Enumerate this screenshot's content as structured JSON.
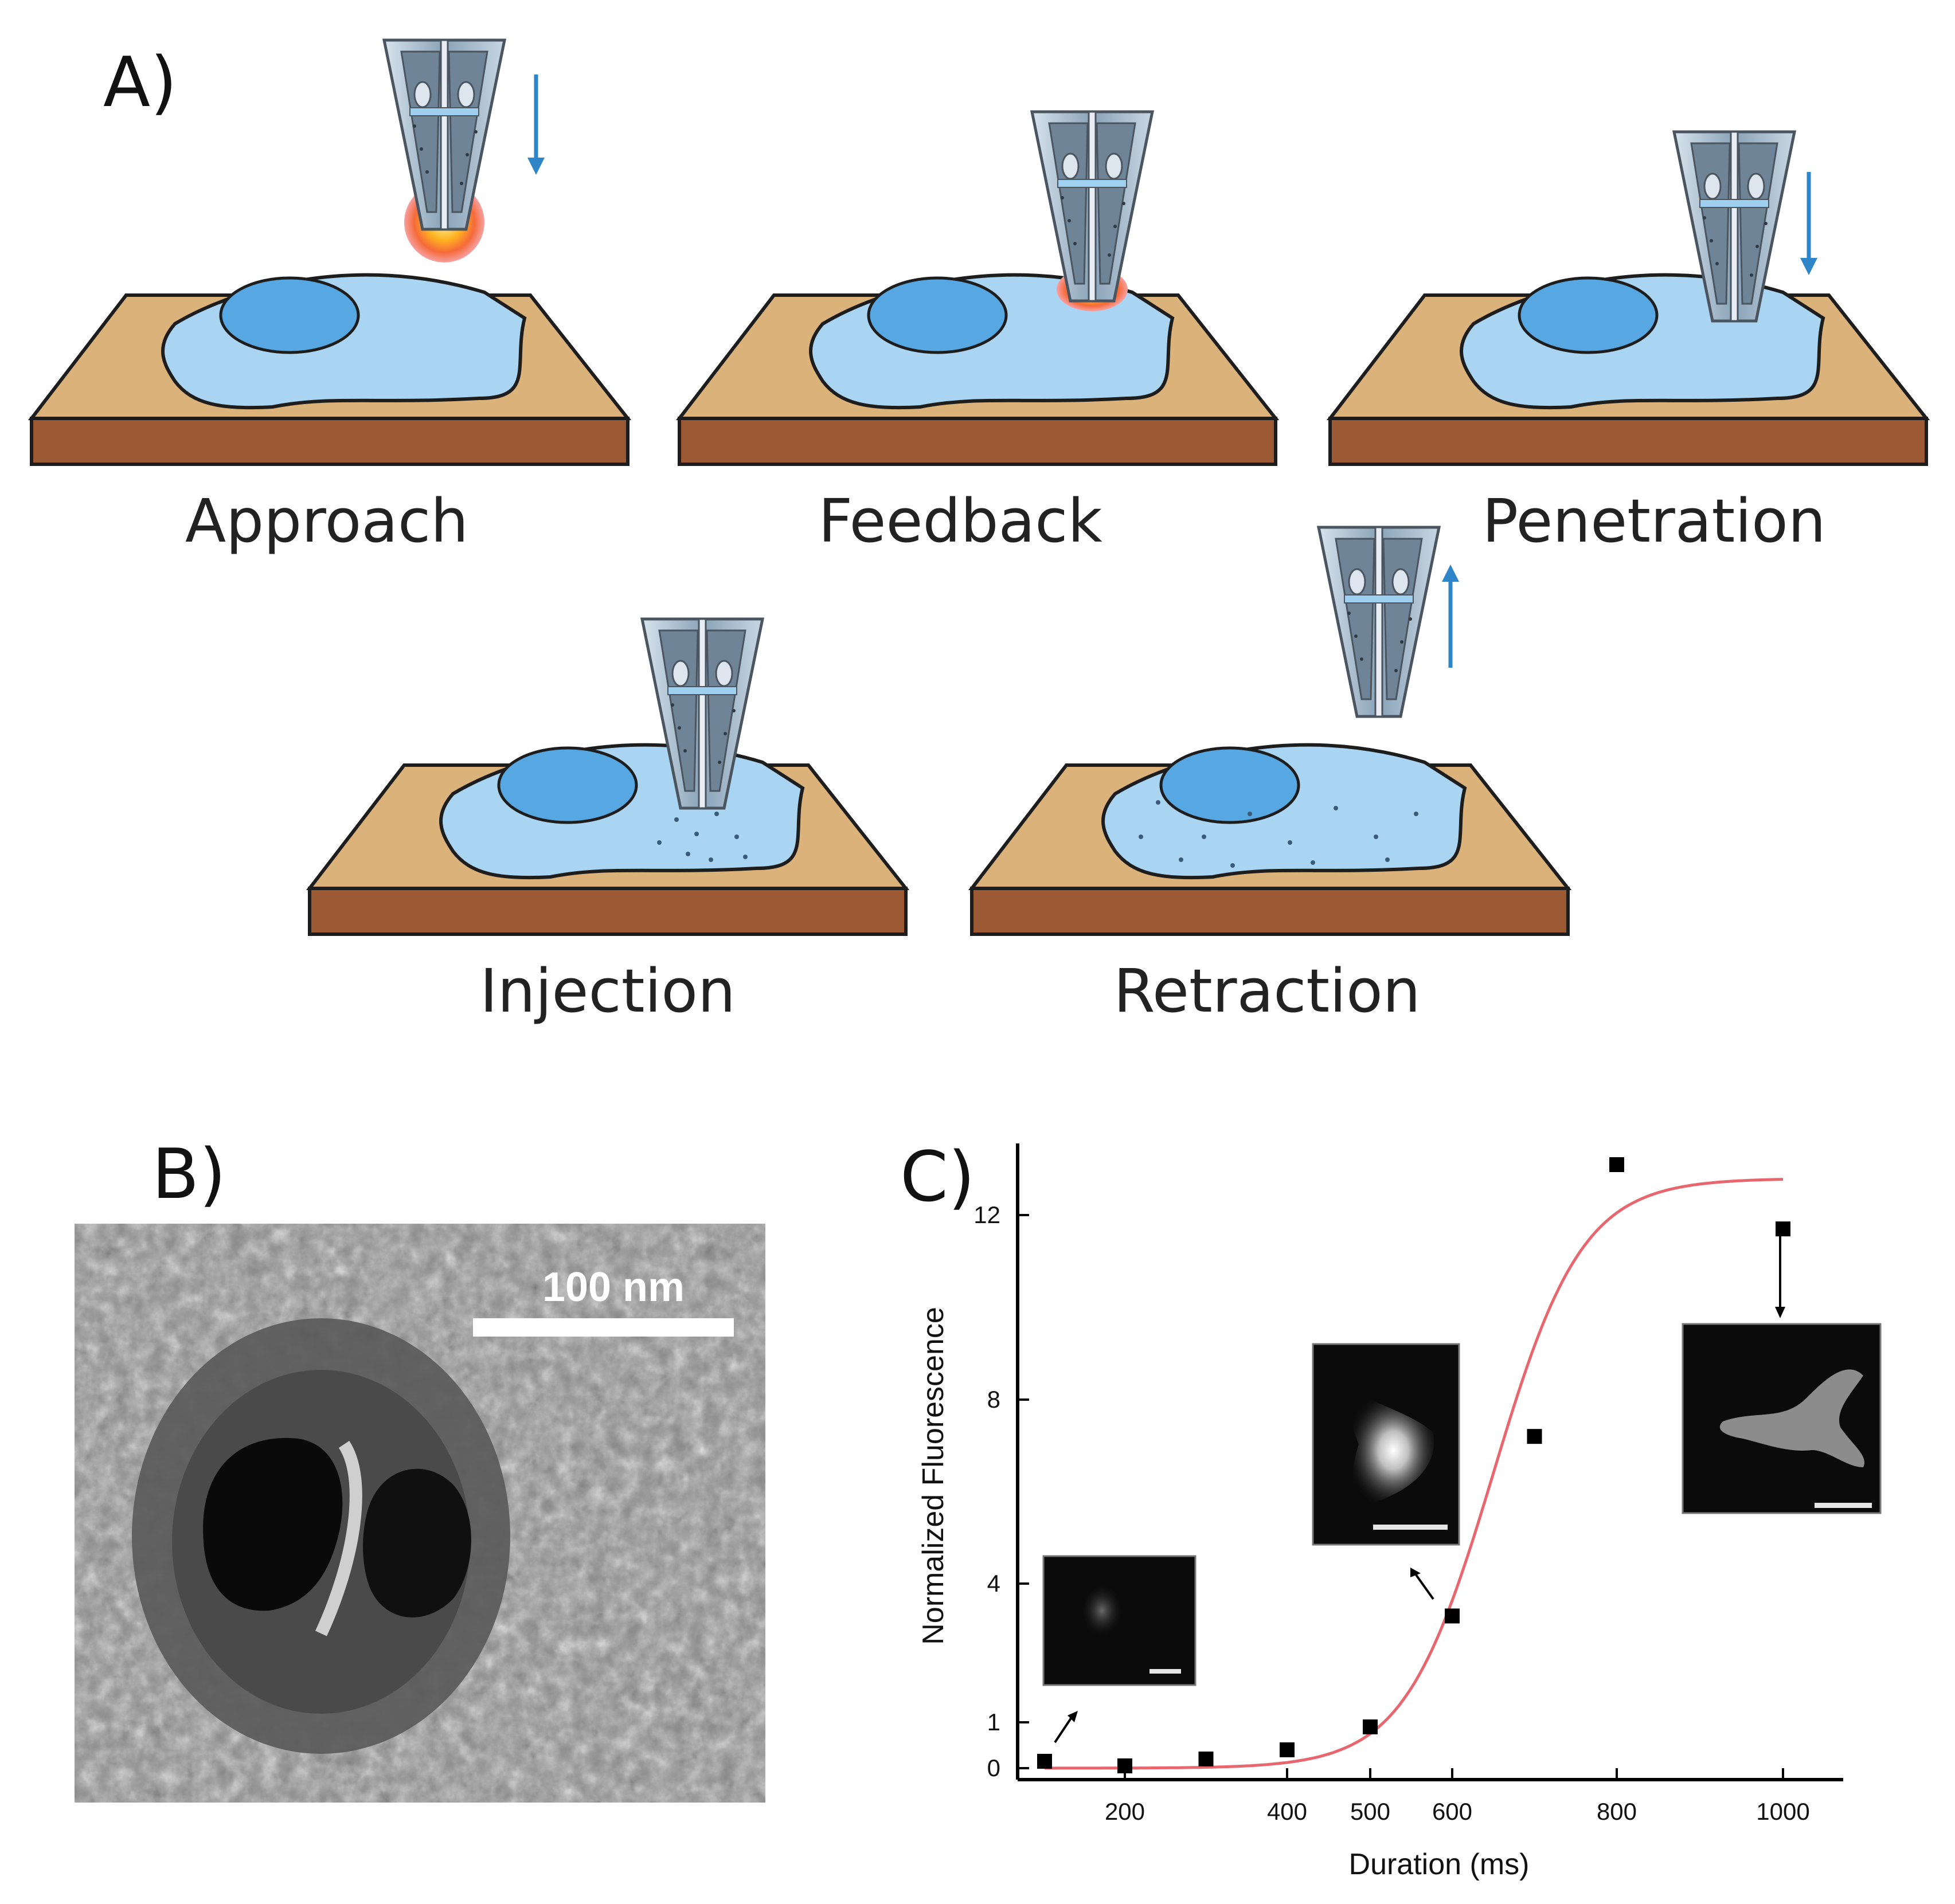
{
  "panels": {
    "a": {
      "label": "A)",
      "steps": [
        {
          "label": "Approach"
        },
        {
          "label": "Feedback"
        },
        {
          "label": "Penetration"
        },
        {
          "label": "Injection"
        },
        {
          "label": "Retraction"
        }
      ]
    },
    "b": {
      "label": "B)",
      "scale_bar": "100 nm"
    },
    "c": {
      "label": "C)"
    }
  },
  "colors": {
    "slab_top": "#dcb27b",
    "slab_side": "#9b5a34",
    "cell": "#a9d4f2",
    "nucleus": "#57a8e2",
    "arrow": "#2e86c8",
    "fit_curve": "#e8666e",
    "marker": "#000000"
  },
  "chart_data": {
    "type": "scatter",
    "xlabel": "Duration (ms)",
    "ylabel": "Normalized Fluorescence",
    "xticks": [
      200,
      400,
      500,
      600,
      800,
      1000
    ],
    "yticks": [
      0,
      1,
      4,
      8,
      12
    ],
    "series": [
      {
        "points": [
          {
            "x": 100,
            "y": 0.15
          },
          {
            "x": 200,
            "y": 0.05
          },
          {
            "x": 300,
            "y": 0.2
          },
          {
            "x": 400,
            "y": 0.4
          },
          {
            "x": 500,
            "y": 0.9
          },
          {
            "x": 600,
            "y": 3.3
          },
          {
            "x": 700,
            "y": 7.2
          },
          {
            "x": 800,
            "y": 13.1
          },
          {
            "x": 1000,
            "y": 11.7
          }
        ]
      }
    ],
    "fit": {
      "type": "sigmoid",
      "ymax": 12.8,
      "x0": 650,
      "k": 0.0185
    },
    "insets": [
      {
        "x": 100,
        "y": 0.15
      },
      {
        "x": 600,
        "y": 3.3
      },
      {
        "x": 1000,
        "y": 11.7
      }
    ]
  }
}
